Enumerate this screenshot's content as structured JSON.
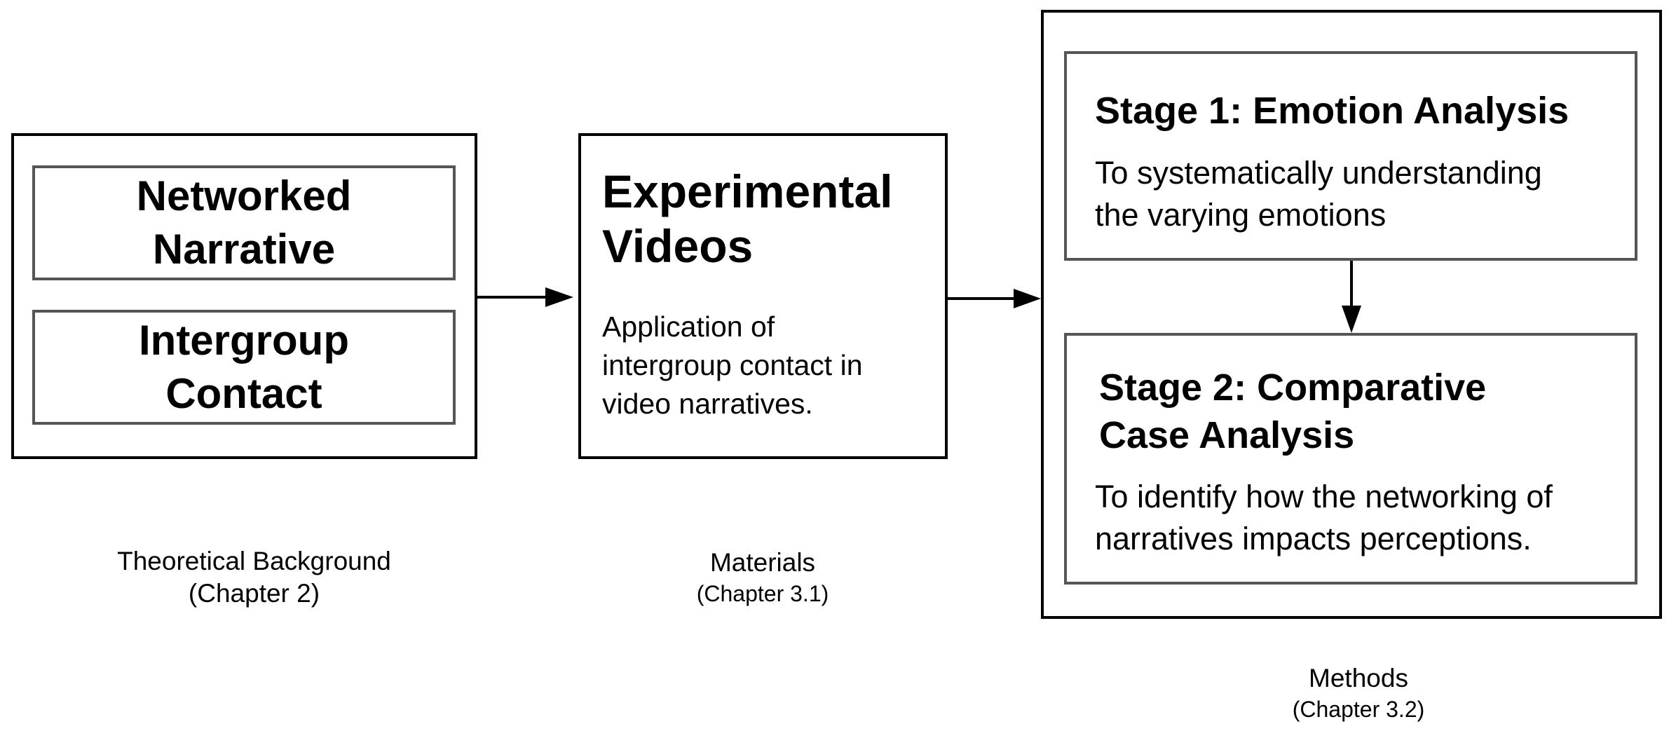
{
  "theory": {
    "box1_line1": "Networked",
    "box1_line2": "Narrative",
    "box2_line1": "Intergroup",
    "box2_line2": "Contact",
    "label": "Theoretical Background",
    "sublabel": "(Chapter 2)"
  },
  "materials": {
    "title_line1": "Experimental",
    "title_line2": "Videos",
    "desc_line1": "Application of",
    "desc_line2": "intergroup contact in",
    "desc_line3": "video narratives.",
    "label": "Materials",
    "sublabel": "(Chapter 3.1)"
  },
  "methods": {
    "stage1_title": "Stage 1: Emotion Analysis",
    "stage1_desc_line1": "To systematically understanding",
    "stage1_desc_line2": "the varying emotions",
    "stage2_title_line1": "Stage 2: Comparative",
    "stage2_title_line2": "Case Analysis",
    "stage2_desc_line1": "To identify how the networking of",
    "stage2_desc_line2": "narratives impacts perceptions.",
    "label": "Methods",
    "sublabel": "(Chapter 3.2)"
  }
}
